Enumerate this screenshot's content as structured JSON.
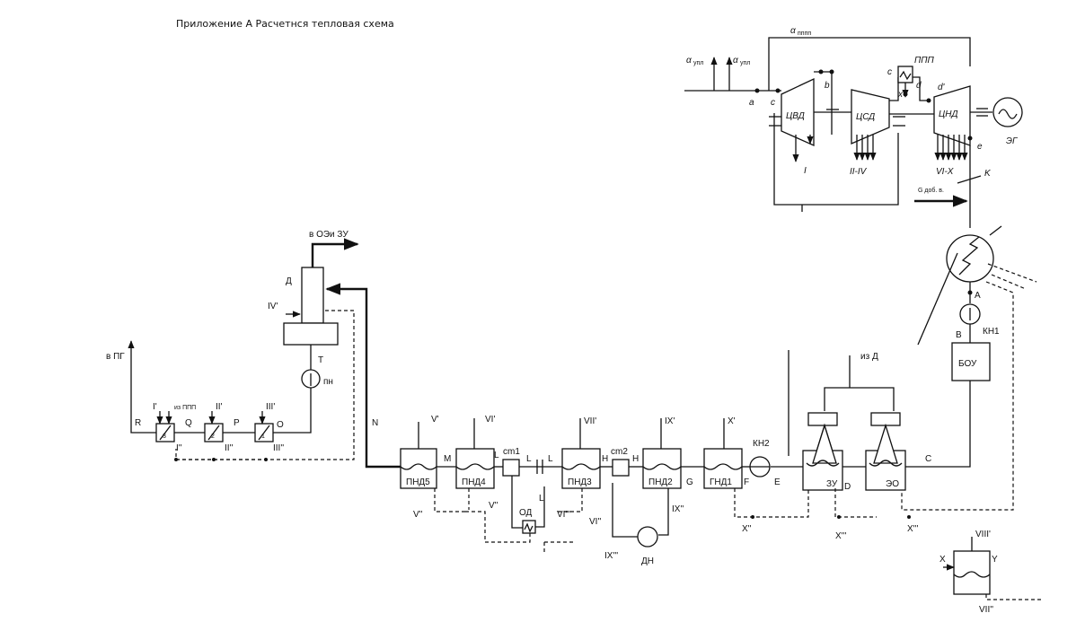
{
  "title": "Приложение А Расчетнся тепловая схема",
  "turbine": {
    "hp": "ЦВД",
    "ip": "ЦСД",
    "lp": "ЦНД",
    "reheater": "ППП",
    "generator": "ЭГ",
    "alpha_upl": "α",
    "alpha_upl_sub": "упл",
    "alpha_upl2": "α",
    "alpha_upl2_sub": "упл",
    "alpha_top": "α",
    "alpha_top_sub": "пппп",
    "points": [
      "a",
      "c",
      "b",
      "c",
      "x",
      "d",
      "d'",
      "e",
      "K"
    ],
    "extraction_hp": "I",
    "extraction_ip": "II-IV",
    "extraction_lp": "VI-X",
    "makeup": "G доб. в."
  },
  "deaerator": {
    "to_oe": "в ОЭи ЗУ",
    "letter": "Д",
    "inlet": "IV'",
    "pump_letter": "Т",
    "pump": "пн"
  },
  "hp_heaters": {
    "to_pg": "в ПГ",
    "from_ppp": "из ППП",
    "extraction_labels": [
      "I'",
      "II'",
      "III'"
    ],
    "drain_labels": [
      "I''",
      "II''",
      "III''"
    ],
    "point_labels": [
      "R",
      "Q",
      "P",
      "O"
    ],
    "heater_labels": [
      "3",
      "2",
      "1"
    ]
  },
  "lp_train": {
    "heaters": [
      "ПНД5",
      "ПНД4",
      "ПНД3",
      "ПНД2",
      "ГНД1"
    ],
    "mix1": "cm1",
    "mix2": "cm2",
    "cooler": "ОД",
    "drain_pump": "ДН",
    "condensate_pump1": "КН1",
    "condensate_pump2": "КН2",
    "bou": "БОУ",
    "ejector_zu": "ЗУ",
    "ejector_eo": "ЭО",
    "from_d": "из Д",
    "extraction_labels": [
      "V'",
      "VI'",
      "VII'",
      "IX'",
      "X'"
    ],
    "drain_labels": [
      "V''",
      "V''",
      "VI'''",
      "VI''",
      "IX'''",
      "IX''",
      "X''",
      "X'''",
      "X'''"
    ],
    "point_labels": [
      "N",
      "M",
      "L",
      "L",
      "L",
      "H",
      "H",
      "G",
      "F",
      "E",
      "D",
      "C",
      "B",
      "A"
    ]
  },
  "aux_heater": {
    "x": "X",
    "y": "Y",
    "top": "VIII'",
    "bottom": "VII''"
  }
}
